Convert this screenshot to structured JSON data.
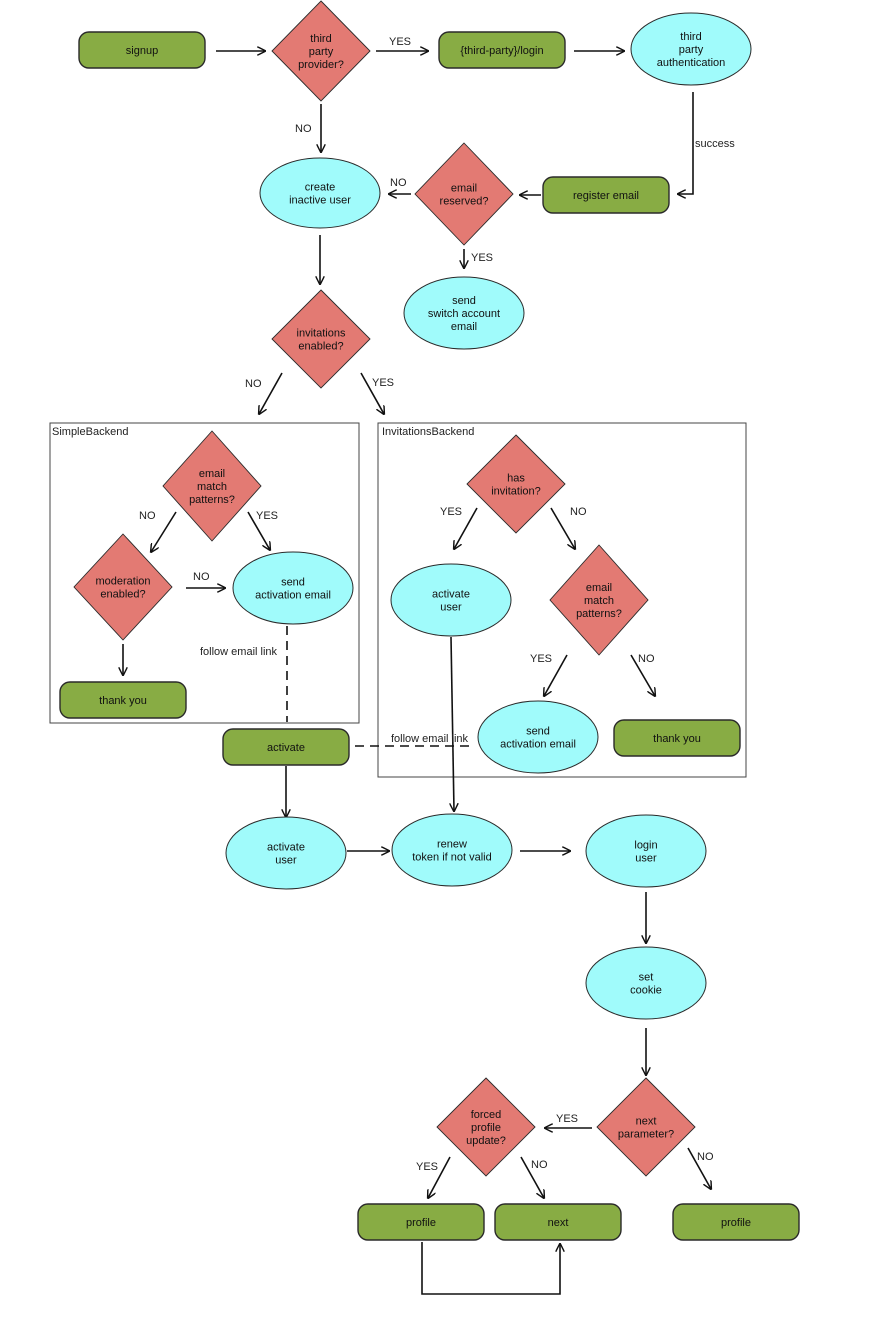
{
  "colors": {
    "terminal": "#88ac44",
    "process": "#a0fbfb",
    "decision": "#e37a73",
    "line": "#111111"
  },
  "groups": [
    {
      "id": "simple",
      "label": "SimpleBackend"
    },
    {
      "id": "invitations",
      "label": "InvitationsBackend"
    }
  ],
  "nodes": [
    {
      "id": "signup",
      "shape": "terminal",
      "lines": [
        "signup"
      ]
    },
    {
      "id": "third_party_provider",
      "shape": "decision",
      "lines": [
        "third",
        "party",
        "provider?"
      ]
    },
    {
      "id": "third_party_login",
      "shape": "terminal",
      "lines": [
        "{third-party}/login"
      ]
    },
    {
      "id": "third_party_auth",
      "shape": "process",
      "lines": [
        "third",
        "party",
        "authentication"
      ]
    },
    {
      "id": "create_inactive_user",
      "shape": "process",
      "lines": [
        "create",
        "inactive user"
      ]
    },
    {
      "id": "email_reserved",
      "shape": "decision",
      "lines": [
        "email",
        "reserved?"
      ]
    },
    {
      "id": "register_email",
      "shape": "terminal",
      "lines": [
        "register email"
      ]
    },
    {
      "id": "send_switch_email",
      "shape": "process",
      "lines": [
        "send",
        "switch account",
        "email"
      ]
    },
    {
      "id": "invitations_enabled",
      "shape": "decision",
      "lines": [
        "invitations",
        "enabled?"
      ]
    },
    {
      "id": "sb_email_match",
      "shape": "decision",
      "lines": [
        "email",
        "match",
        "patterns?"
      ]
    },
    {
      "id": "moderation_enabled",
      "shape": "decision",
      "lines": [
        "moderation",
        "enabled?"
      ]
    },
    {
      "id": "sb_send_activation",
      "shape": "process",
      "lines": [
        "send",
        "activation email"
      ]
    },
    {
      "id": "sb_thank_you",
      "shape": "terminal",
      "lines": [
        "thank  you"
      ]
    },
    {
      "id": "has_invitation",
      "shape": "decision",
      "lines": [
        "has",
        "invitation?"
      ]
    },
    {
      "id": "ib_activate_user",
      "shape": "process",
      "lines": [
        "activate",
        "user"
      ]
    },
    {
      "id": "ib_email_match",
      "shape": "decision",
      "lines": [
        "email",
        "match",
        "patterns?"
      ]
    },
    {
      "id": "ib_send_activation",
      "shape": "process",
      "lines": [
        "send",
        "activation email"
      ]
    },
    {
      "id": "ib_thank_you",
      "shape": "terminal",
      "lines": [
        "thank  you"
      ]
    },
    {
      "id": "activate",
      "shape": "terminal",
      "lines": [
        "activate"
      ]
    },
    {
      "id": "activate_user",
      "shape": "process",
      "lines": [
        "activate",
        "user"
      ]
    },
    {
      "id": "renew_token",
      "shape": "process",
      "lines": [
        "renew",
        "token if not valid"
      ]
    },
    {
      "id": "login_user",
      "shape": "process",
      "lines": [
        "login",
        "user"
      ]
    },
    {
      "id": "set_cookie",
      "shape": "process",
      "lines": [
        "set",
        "cookie"
      ]
    },
    {
      "id": "next_parameter",
      "shape": "decision",
      "lines": [
        "next",
        "parameter?"
      ]
    },
    {
      "id": "forced_profile_update",
      "shape": "decision",
      "lines": [
        "forced",
        "profile",
        "update?"
      ]
    },
    {
      "id": "profile_left",
      "shape": "terminal",
      "lines": [
        "profile"
      ]
    },
    {
      "id": "next",
      "shape": "terminal",
      "lines": [
        "next"
      ]
    },
    {
      "id": "profile_right",
      "shape": "terminal",
      "lines": [
        "profile"
      ]
    }
  ],
  "edges": [
    {
      "id": "e1",
      "from": "signup",
      "to": "third_party_provider",
      "label": ""
    },
    {
      "id": "e2",
      "from": "third_party_provider",
      "to": "third_party_login",
      "label": "YES"
    },
    {
      "id": "e3",
      "from": "third_party_login",
      "to": "third_party_auth",
      "label": ""
    },
    {
      "id": "e4",
      "from": "third_party_provider",
      "to": "create_inactive_user",
      "label": "NO"
    },
    {
      "id": "e5",
      "from": "third_party_auth",
      "to": "register_email",
      "label": "success"
    },
    {
      "id": "e6",
      "from": "register_email",
      "to": "email_reserved",
      "label": ""
    },
    {
      "id": "e7",
      "from": "email_reserved",
      "to": "create_inactive_user",
      "label": "NO"
    },
    {
      "id": "e8",
      "from": "email_reserved",
      "to": "send_switch_email",
      "label": "YES"
    },
    {
      "id": "e9",
      "from": "create_inactive_user",
      "to": "invitations_enabled",
      "label": ""
    },
    {
      "id": "e10",
      "from": "invitations_enabled",
      "to": "simple",
      "label": "NO"
    },
    {
      "id": "e11",
      "from": "invitations_enabled",
      "to": "invitations",
      "label": "YES"
    },
    {
      "id": "e12",
      "from": "sb_email_match",
      "to": "moderation_enabled",
      "label": "NO"
    },
    {
      "id": "e13",
      "from": "sb_email_match",
      "to": "sb_send_activation",
      "label": "YES"
    },
    {
      "id": "e14",
      "from": "moderation_enabled",
      "to": "sb_send_activation",
      "label": "NO"
    },
    {
      "id": "e15",
      "from": "moderation_enabled",
      "to": "sb_thank_you",
      "label": ""
    },
    {
      "id": "e16",
      "from": "sb_send_activation",
      "to": "activate",
      "label": "follow email link",
      "dashed": true
    },
    {
      "id": "e17",
      "from": "has_invitation",
      "to": "ib_activate_user",
      "label": "YES"
    },
    {
      "id": "e18",
      "from": "has_invitation",
      "to": "ib_email_match",
      "label": "NO"
    },
    {
      "id": "e19",
      "from": "ib_email_match",
      "to": "ib_send_activation",
      "label": "YES"
    },
    {
      "id": "e20",
      "from": "ib_email_match",
      "to": "ib_thank_you",
      "label": "NO"
    },
    {
      "id": "e21",
      "from": "ib_send_activation",
      "to": "activate",
      "label": "follow email link",
      "dashed": true
    },
    {
      "id": "e22",
      "from": "ib_activate_user",
      "to": "renew_token",
      "label": ""
    },
    {
      "id": "e23",
      "from": "activate",
      "to": "activate_user",
      "label": ""
    },
    {
      "id": "e24",
      "from": "activate_user",
      "to": "renew_token",
      "label": ""
    },
    {
      "id": "e25",
      "from": "renew_token",
      "to": "login_user",
      "label": ""
    },
    {
      "id": "e26",
      "from": "login_user",
      "to": "set_cookie",
      "label": ""
    },
    {
      "id": "e27",
      "from": "set_cookie",
      "to": "next_parameter",
      "label": ""
    },
    {
      "id": "e28",
      "from": "next_parameter",
      "to": "forced_profile_update",
      "label": "YES"
    },
    {
      "id": "e29",
      "from": "next_parameter",
      "to": "profile_right",
      "label": "NO"
    },
    {
      "id": "e30",
      "from": "forced_profile_update",
      "to": "profile_left",
      "label": "YES"
    },
    {
      "id": "e31",
      "from": "forced_profile_update",
      "to": "next",
      "label": "NO"
    },
    {
      "id": "e32",
      "from": "profile_left",
      "to": "next",
      "label": ""
    }
  ]
}
